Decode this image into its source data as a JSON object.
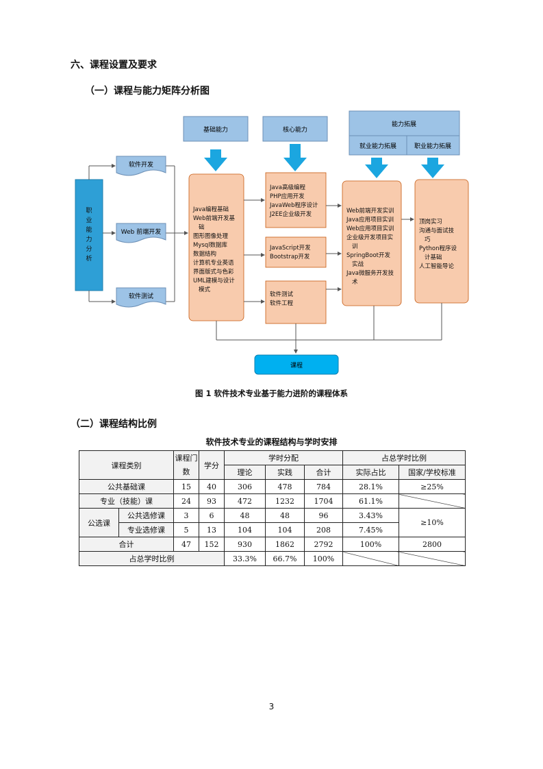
{
  "section_title": "六、课程设置及要求",
  "subsection1_title": "（一）课程与能力矩阵分析图",
  "diagram": {
    "top_labels": {
      "basic": "基础能力",
      "core": "核心能力",
      "extension": "能力拓展",
      "employment": "就业能力拓展",
      "career": "职业能力拓展"
    },
    "left_box": [
      "职",
      "业",
      "能",
      "力",
      "分",
      "析"
    ],
    "doc_boxes": [
      "软件开发",
      "Web 前端开发",
      "软件测试"
    ],
    "basic_courses": [
      "Java编程基础",
      "Web前端开发基",
      "础",
      "图形图像处理",
      "Mysql数据库",
      "数据结构",
      "计算机专业英语",
      "界面版式与色彩",
      "UML建模与设计",
      "模式"
    ],
    "core_group1": [
      "Java高级编程",
      "PHP应用开发",
      "JavaWeb程序设计",
      "J2EE企业级开发"
    ],
    "core_group2": [
      "JavaScript开发",
      "Bootstrap开发"
    ],
    "core_group3": [
      "软件测试",
      "软件工程"
    ],
    "employment_courses": [
      "Web前端开发实训",
      "Java应用项目实训",
      "Web应用项目实训",
      "企业级开发项目实",
      "训",
      "SpringBoot开发",
      "实战",
      "Java微服务开发技",
      "术"
    ],
    "career_courses": [
      "顶岗实习",
      "沟通与面试技",
      "巧",
      "Python程序设",
      "计基础",
      "人工智能导论"
    ],
    "bottom_box": "课程"
  },
  "figure_caption": "图 1  软件技术专业基于能力进阶的课程体系",
  "subsection2_title": "（二）课程结构比例",
  "table_title": "软件技术专业的课程结构与学时安排",
  "table": {
    "headers": {
      "category": "课程类别",
      "count": "课程门数",
      "credits": "学分",
      "hours": "学时分配",
      "theory": "理论",
      "practice": "实践",
      "total": "合计",
      "ratio": "占总学时比例",
      "actual": "实际占比",
      "standard": "国家/学校标准"
    },
    "rows": {
      "public_basic": {
        "label": "公共基础课",
        "count": "15",
        "credits": "40",
        "theory": "306",
        "practice": "478",
        "total": "784",
        "actual": "28.1%",
        "standard": "≥25%"
      },
      "professional": {
        "label": "专业（技能）课",
        "count": "24",
        "credits": "93",
        "theory": "472",
        "practice": "1232",
        "total": "1704",
        "actual": "61.1%"
      },
      "elective_group": "公选课",
      "public_elective": {
        "label": "公共选修课",
        "count": "3",
        "credits": "6",
        "theory": "48",
        "practice": "48",
        "total": "96",
        "actual": "3.43%"
      },
      "pro_elective": {
        "label": "专业选修课",
        "count": "5",
        "credits": "13",
        "theory": "104",
        "practice": "104",
        "total": "208",
        "actual": "7.45%"
      },
      "elective_standard": "≥10%",
      "sum": {
        "label": "合计",
        "count": "47",
        "credits": "152",
        "theory": "930",
        "practice": "1862",
        "total": "2792",
        "actual": "100%",
        "standard": "2800"
      },
      "ratio_row": {
        "label": "占总学时比例",
        "theory": "33.3%",
        "practice": "66.7%",
        "total": "100%"
      }
    }
  },
  "page_number": "3",
  "colors": {
    "light_blue": "#9dc3e6",
    "mid_blue": "#2e9fd6",
    "salmon": "#f8cbad",
    "arrow_blue": "#00b0f0",
    "bottom_blue": "#00b0f0"
  }
}
